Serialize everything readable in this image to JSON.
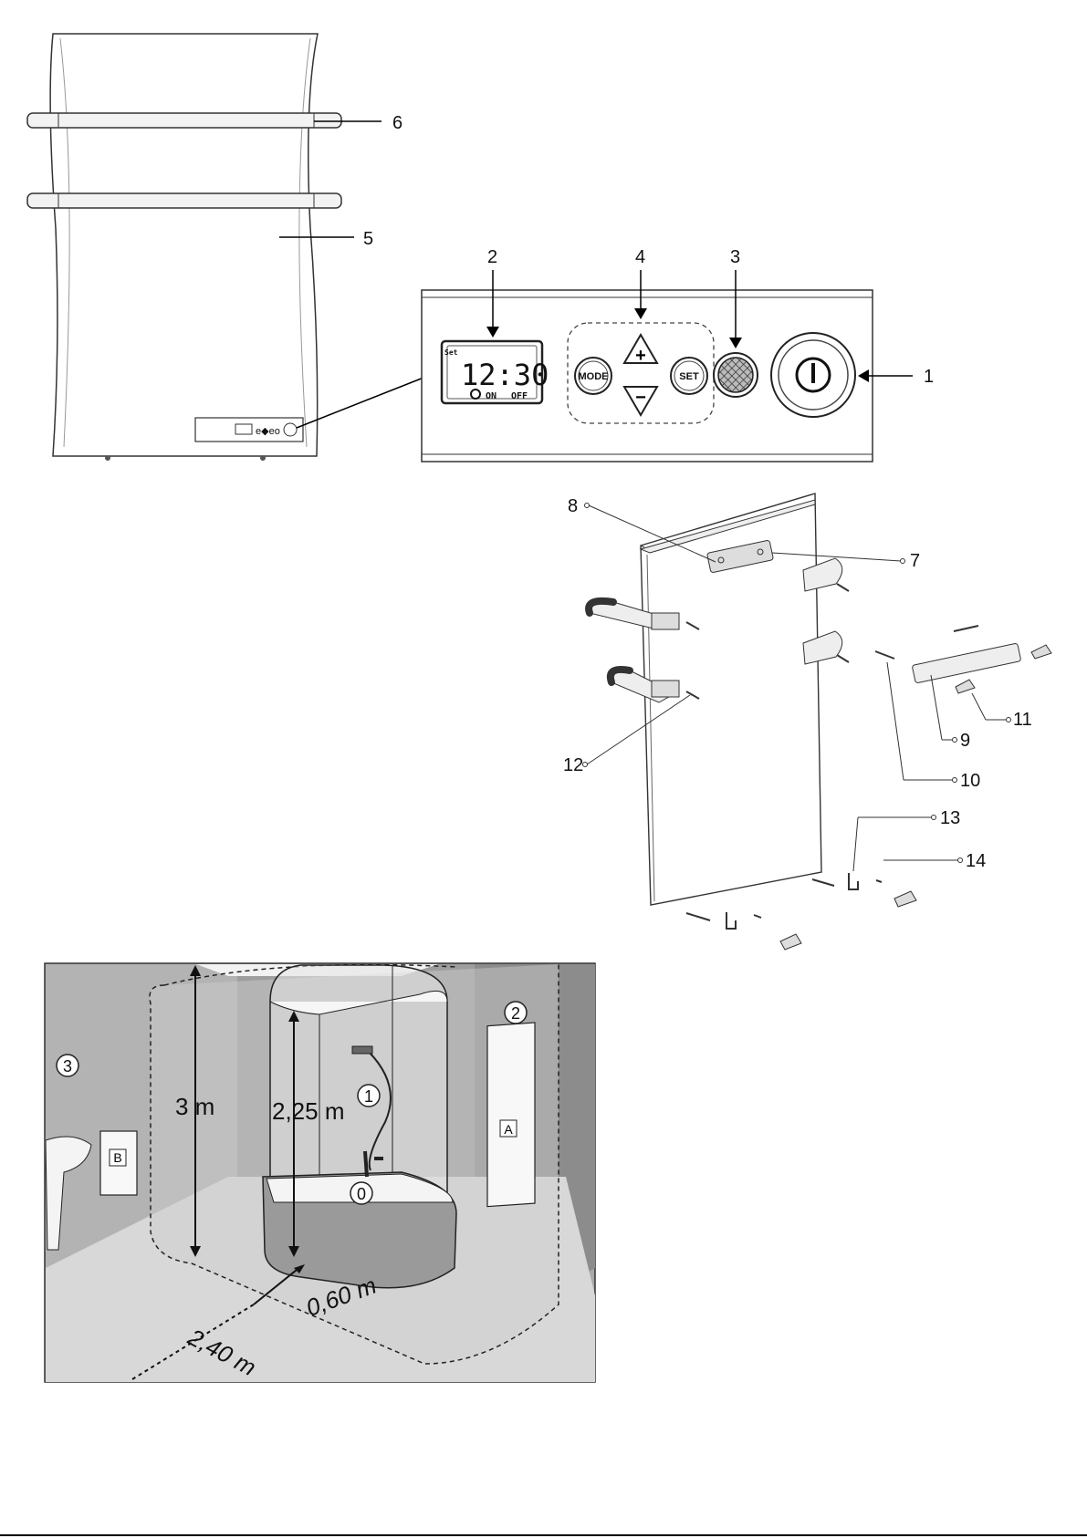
{
  "heater_front": {
    "callouts": {
      "towel_bar_top": "6",
      "panel": "5"
    },
    "control_strip_glyphs": "e◆eo"
  },
  "control_panel": {
    "callouts": {
      "display": "2",
      "buttons": "4",
      "sensor": "3",
      "power": "1"
    },
    "display": {
      "top_indicator": "Set",
      "time": "12:30",
      "on_label": "ON",
      "off_label": "OFF"
    },
    "buttons": {
      "mode_label": "MODE",
      "set_label": "SET",
      "plus_label": "+",
      "minus_label": "−"
    }
  },
  "exploded_view": {
    "callouts": [
      "8",
      "7",
      "12",
      "11",
      "9",
      "10",
      "13",
      "14"
    ]
  },
  "bathroom_zones": {
    "height_total": "3 m",
    "height_shower": "2,25 m",
    "distance_zone1": "0,60 m",
    "distance_zone2": "2,40 m",
    "zone_labels": [
      "0",
      "1",
      "2",
      "3"
    ],
    "appliance_labels": {
      "a": "A",
      "b": "B"
    }
  }
}
